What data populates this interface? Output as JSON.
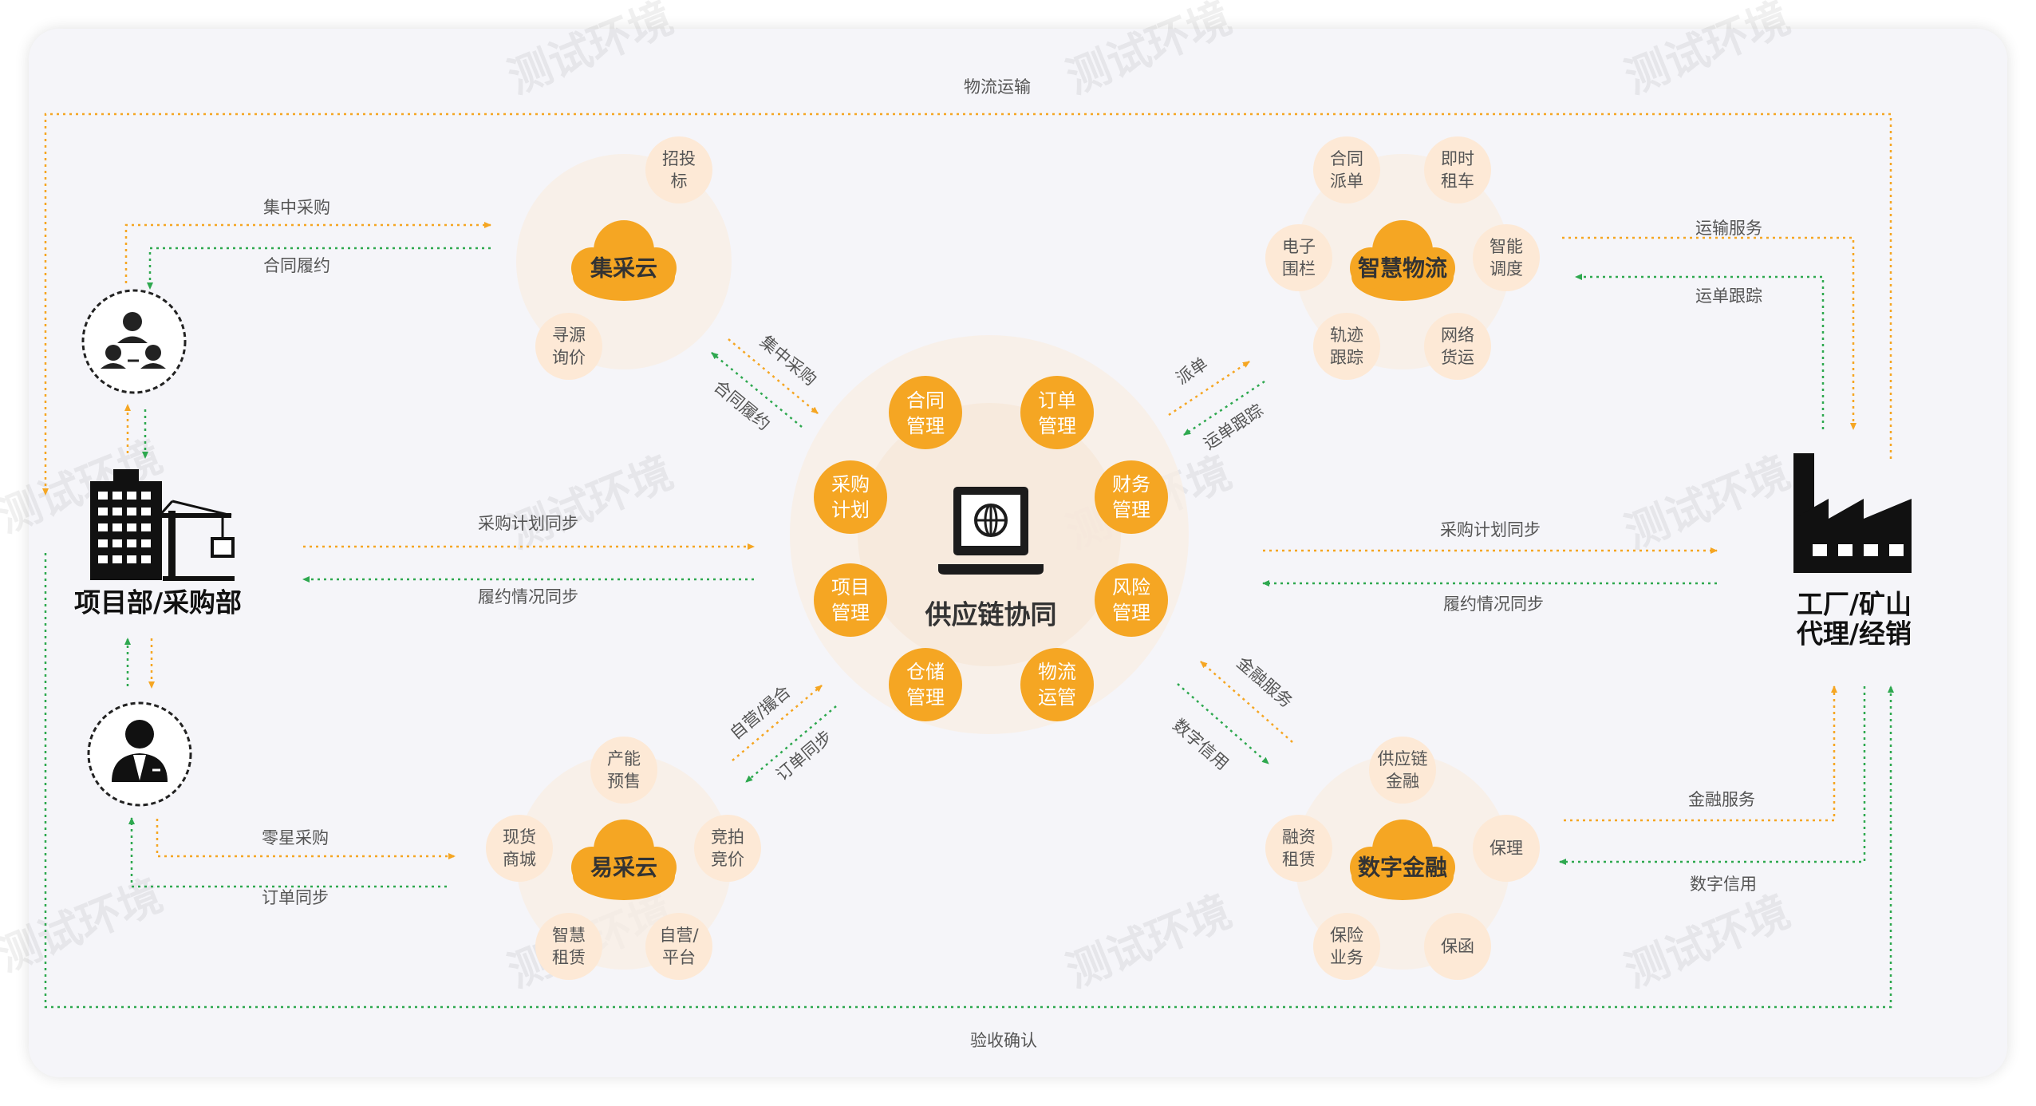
{
  "colors": {
    "orange": "#f5a623",
    "green": "#2ea84f",
    "peach": "#fde9d6",
    "hub_ring": "#faeee2",
    "card_bg": "#f5f5f9"
  },
  "watermark": "测试环境",
  "center": {
    "title": "供应链协同",
    "icon": "laptop-globe-icon",
    "modules": [
      {
        "l1": "合同",
        "l2": "管理"
      },
      {
        "l1": "订单",
        "l2": "管理"
      },
      {
        "l1": "财务",
        "l2": "管理"
      },
      {
        "l1": "风险",
        "l2": "管理"
      },
      {
        "l1": "物流",
        "l2": "运管"
      },
      {
        "l1": "仓储",
        "l2": "管理"
      },
      {
        "l1": "项目",
        "l2": "管理"
      },
      {
        "l1": "采购",
        "l2": "计划"
      }
    ]
  },
  "clusters": {
    "jicai": {
      "title": "集采云",
      "items": [
        {
          "l1": "招投",
          "l2": "标"
        },
        {
          "l1": "寻源",
          "l2": "询价"
        }
      ]
    },
    "wuliu": {
      "title": "智慧物流",
      "items": [
        {
          "l1": "合同",
          "l2": "派单"
        },
        {
          "l1": "即时",
          "l2": "租车"
        },
        {
          "l1": "智能",
          "l2": "调度"
        },
        {
          "l1": "网络",
          "l2": "货运"
        },
        {
          "l1": "轨迹",
          "l2": "跟踪"
        },
        {
          "l1": "电子",
          "l2": "围栏"
        }
      ]
    },
    "yicai": {
      "title": "易采云",
      "items": [
        {
          "l1": "产能",
          "l2": "预售"
        },
        {
          "l1": "竞拍",
          "l2": "竞价"
        },
        {
          "l1": "自营/",
          "l2": "平台"
        },
        {
          "l1": "智慧",
          "l2": "租赁"
        },
        {
          "l1": "现货",
          "l2": "商城"
        }
      ]
    },
    "jinrong": {
      "title": "数字金融",
      "items": [
        {
          "l1": "供应链",
          "l2": "金融"
        },
        {
          "l1": "保理",
          "l2": ""
        },
        {
          "l1": "保函",
          "l2": ""
        },
        {
          "l1": "保险",
          "l2": "业务"
        },
        {
          "l1": "融资",
          "l2": "租赁"
        }
      ]
    }
  },
  "left": {
    "title": "项目部/采购部",
    "icons": [
      "building-crane-icon",
      "team-icon",
      "manager-icon"
    ]
  },
  "right": {
    "title_l1": "工厂/矿山",
    "title_l2": "代理/经销",
    "icon": "factory-icon"
  },
  "flows": {
    "top": "物流运输",
    "bottom": "验收确认",
    "jicai_out": "集中采购",
    "jicai_back": "合同履约",
    "hub_jicai_a": "集中采购",
    "hub_jicai_b": "合同履约",
    "left_hub_a": "采购计划同步",
    "left_hub_b": "履约情况同步",
    "right_hub_a": "采购计划同步",
    "right_hub_b": "履约情况同步",
    "hub_wuliu_a": "派单",
    "hub_wuliu_b": "运单跟踪",
    "wuliu_right_a": "运输服务",
    "wuliu_right_b": "运单跟踪",
    "hub_yicai_a": "自营/撮合",
    "hub_yicai_b": "订单同步",
    "yicai_a": "零星采购",
    "yicai_b": "订单同步",
    "hub_jinrong_a": "金融服务",
    "hub_jinrong_b": "数字信用",
    "jinrong_right_a": "金融服务",
    "jinrong_right_b": "数字信用"
  }
}
